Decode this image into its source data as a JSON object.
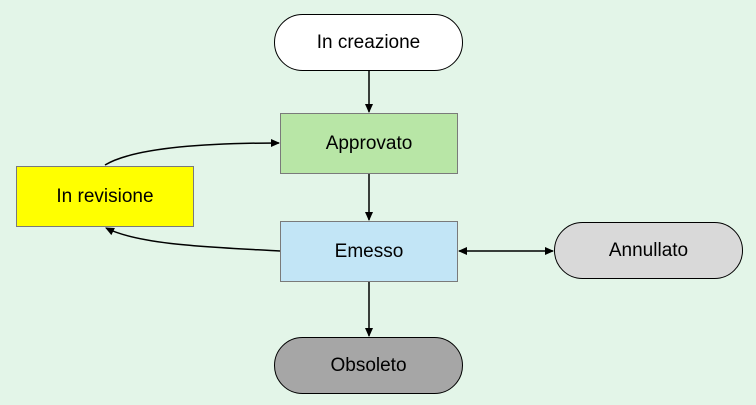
{
  "diagram": {
    "nodes": {
      "in_creazione": {
        "label": "In creazione"
      },
      "approvato": {
        "label": "Approvato"
      },
      "in_revisione": {
        "label": "In revisione"
      },
      "emesso": {
        "label": "Emesso"
      },
      "annullato": {
        "label": "Annullato"
      },
      "obsoleto": {
        "label": "Obsoleto"
      }
    },
    "edges": [
      {
        "from": "In creazione",
        "to": "Approvato"
      },
      {
        "from": "Approvato",
        "to": "Emesso"
      },
      {
        "from": "Emesso",
        "to": "Obsoleto"
      },
      {
        "from": "Emesso",
        "to": "Annullato",
        "bidirectional": true
      },
      {
        "from": "Emesso",
        "to": "In revisione"
      },
      {
        "from": "In revisione",
        "to": "Approvato"
      }
    ],
    "colors": {
      "background": "#e3f5e8",
      "in_creazione": "#ffffff",
      "approvato": "#b8e6a6",
      "in_revisione": "#ffff00",
      "emesso": "#c2e5f6",
      "annullato": "#d9d9d9",
      "obsoleto": "#a6a6a6"
    }
  }
}
